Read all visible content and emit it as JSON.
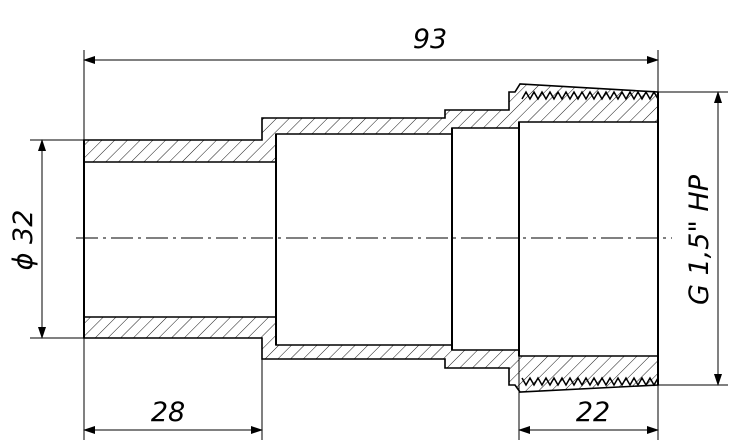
{
  "drawing": {
    "title": "",
    "dimensions": {
      "overall_length": "93",
      "left_diameter": "ϕ 32",
      "left_socket_length": "28",
      "thread_length": "22",
      "thread_spec": "G 1,5\" НР"
    }
  }
}
